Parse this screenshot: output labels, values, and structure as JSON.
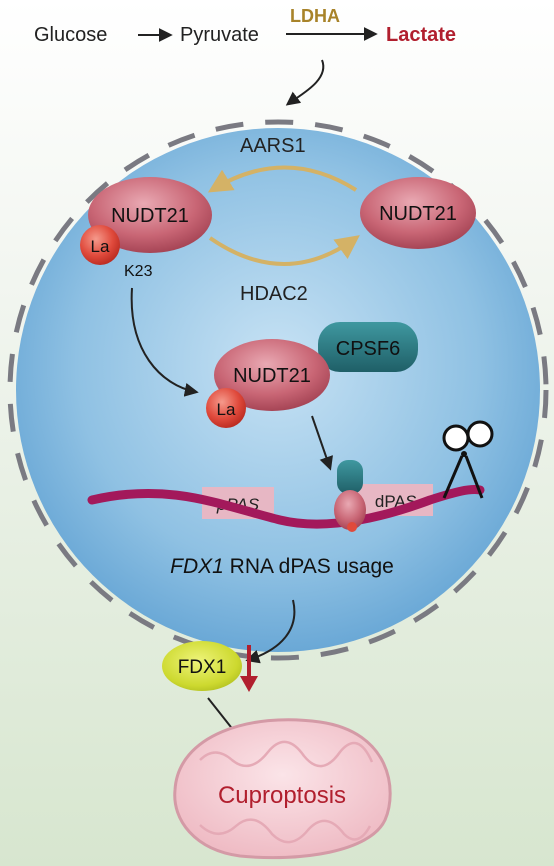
{
  "pathway": {
    "glucose": "Glucose",
    "pyruvate": "Pyruvate",
    "ldha": "LDHA",
    "lactate": "Lactate"
  },
  "cycle": {
    "aars1": "AARS1",
    "hdac2": "HDAC2",
    "nudt21_left": "NUDT21",
    "nudt21_right": "NUDT21",
    "la_left": "La",
    "site": "K23"
  },
  "complex": {
    "nudt21": "NUDT21",
    "cpsf6": "CPSF6",
    "la": "La"
  },
  "rna": {
    "ppas": "pPAS",
    "dpas": "dPAS",
    "caption_gene": "FDX1",
    "caption_rest": " RNA dPAS usage"
  },
  "outcome": {
    "fdx1": "FDX1",
    "cuproptosis": "Cuproptosis"
  },
  "colors": {
    "lactate_red": "#b11f2e",
    "ldha_gold": "#a8832a",
    "cell_blue": "#7fb6dd",
    "nudt21_pink": "#c15a6b",
    "cpsf6_teal": "#2c7a80",
    "rna_magenta": "#a3195b",
    "fdx1_yellow": "#c9d62a",
    "arrow_gold": "#d4b266"
  }
}
